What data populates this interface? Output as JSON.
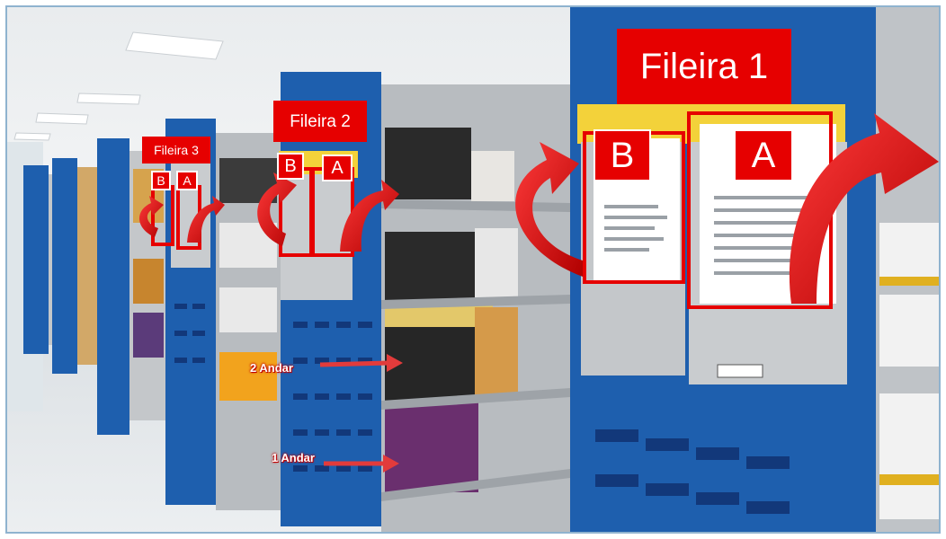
{
  "rows": [
    {
      "name": "Fileira 1",
      "sides": [
        "B",
        "A"
      ]
    },
    {
      "name": "Fileira 2",
      "sides": [
        "B",
        "A"
      ]
    },
    {
      "name": "Fileira 3",
      "sides": [
        "B",
        "A"
      ]
    }
  ],
  "floors": [
    "2 Andar",
    "1 Andar"
  ],
  "colors": {
    "label_red": "#e60000",
    "shelf_blue": "#1e5fae",
    "shelf_gray": "#c4c7ca",
    "yellow_band": "#f3d23a"
  }
}
